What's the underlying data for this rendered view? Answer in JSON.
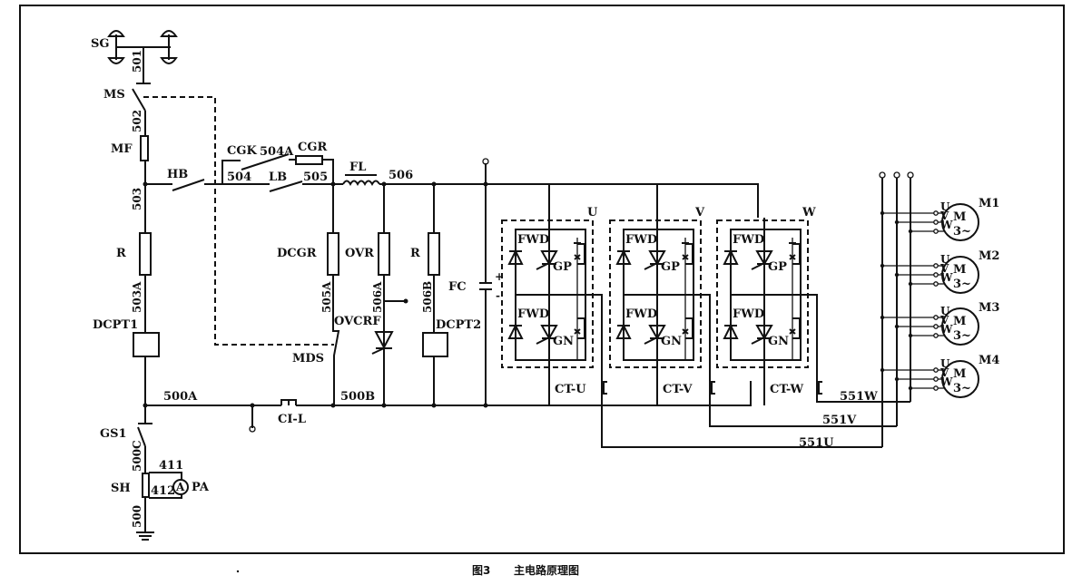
{
  "caption": {
    "figure": "图3",
    "title": "主电路原理图"
  },
  "labels": {
    "SG": "SG",
    "n501": "501",
    "MS": "MS",
    "n502": "502",
    "MF": "MF",
    "HB": "HB",
    "n503": "503",
    "R1": "R",
    "n503A": "503A",
    "DCPT1": "DCPT1",
    "n500A": "500A",
    "GS1": "GS1",
    "n500C": "500C",
    "n411": "411",
    "n412": "412",
    "SH": "SH",
    "PA": "PA",
    "n500": "500",
    "CGK": "CGK",
    "n504A": "504A",
    "CGR": "CGR",
    "n504": "504",
    "LB": "LB",
    "n505": "505",
    "FL": "FL",
    "n506": "506",
    "DCGR": "DCGR",
    "OVR": "OVR",
    "R2": "R",
    "n505A": "505A",
    "n506A": "506A",
    "n506B": "506B",
    "OVCRF": "OVCRF",
    "MDS": "MDS",
    "DCPT2": "DCPT2",
    "FC": "FC",
    "plus": "+",
    "minus": "-",
    "n500B": "500B",
    "CIL": "CI-L",
    "n551W": "551W",
    "n551V": "551V",
    "n551U": "551U"
  },
  "modules": [
    {
      "phase": "U",
      "ct": "CT-U",
      "fwd": "FWD",
      "gp": "GP",
      "gn": "GN"
    },
    {
      "phase": "V",
      "ct": "CT-V",
      "fwd": "FWD",
      "gp": "GP",
      "gn": "GN"
    },
    {
      "phase": "W",
      "ct": "CT-W",
      "fwd": "FWD",
      "gp": "GP",
      "gn": "GN"
    }
  ],
  "motors": [
    {
      "name": "M1",
      "symbol": "M",
      "type": "3~",
      "terminals": [
        "U",
        "V",
        "W"
      ]
    },
    {
      "name": "M2",
      "symbol": "M",
      "type": "3~",
      "terminals": [
        "U",
        "V",
        "W"
      ]
    },
    {
      "name": "M3",
      "symbol": "M",
      "type": "3~",
      "terminals": [
        "U",
        "V",
        "W"
      ]
    },
    {
      "name": "M4",
      "symbol": "M",
      "type": "3~",
      "terminals": [
        "U",
        "V",
        "W"
      ]
    }
  ]
}
